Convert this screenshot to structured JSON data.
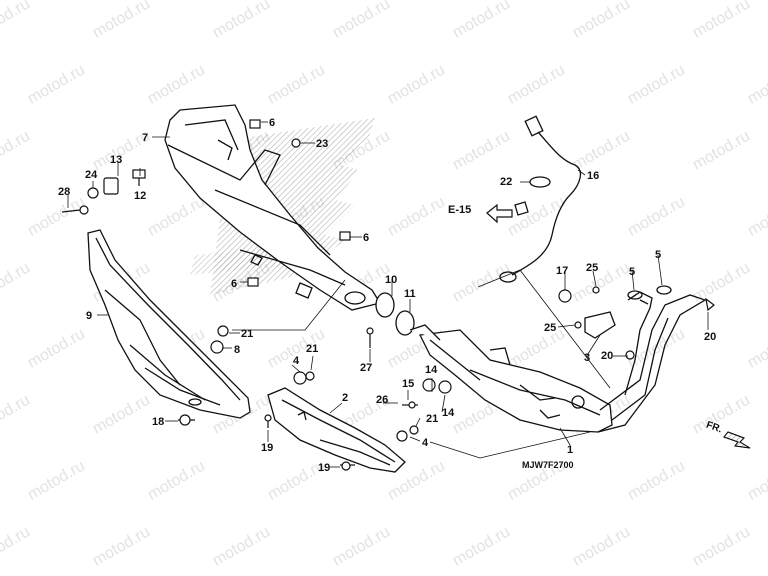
{
  "watermark": "motod.ru",
  "reference_code": "MJW7F2700",
  "front_indicator": "FR.",
  "cross_reference": "E-15",
  "colors": {
    "line": "#111111",
    "watermark": "#e3e3e3",
    "hatch": "#9a9a9a"
  },
  "parts": [
    "1",
    "2",
    "3",
    "4",
    "5",
    "6",
    "7",
    "8",
    "9",
    "10",
    "11",
    "12",
    "13",
    "14",
    "15",
    "16",
    "17",
    "18",
    "19",
    "20",
    "21",
    "22",
    "23",
    "24",
    "25",
    "26",
    "27",
    "28"
  ]
}
